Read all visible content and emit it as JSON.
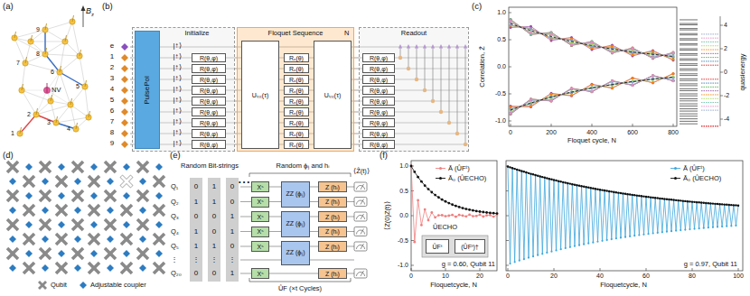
{
  "diagram": {
    "nodes": [
      {
        "text": [
          "Initialize"
        ]
      },
      {
        "text": [
          "PulsePol"
        ],
        "in": 0
      },
      {
        "text": [
          "R(θ,φ)"
        ],
        "in": 0
      },
      {
        "text": [
          "R(θ,φ)"
        ],
        "in": 0
      },
      {
        "text": [
          "R(θ,φ)"
        ],
        "in": 0
      },
      {
        "text": [
          "R(θ,φ)"
        ],
        "in": 0
      },
      {
        "text": [
          "R(θ,φ)"
        ],
        "in": 0
      },
      {
        "text": [
          "R(θ,φ)"
        ],
        "in": 0
      },
      {
        "text": [
          "R(θ,φ)"
        ],
        "in": 0
      },
      {
        "text": [
          "R(θ,φ)"
        ],
        "in": 0
      },
      {
        "text": [
          "R(θ,φ)"
        ],
        "in": 0
      },
      {
        "text": [
          "Floquet Sequence"
        ]
      },
      {
        "text": [
          "Uᵢₙₜ(τ)"
        ],
        "in": 11
      },
      {
        "text": [
          "Rₓ(θ)"
        ],
        "in": 11
      },
      {
        "text": [
          "Rₓ(θ)"
        ],
        "in": 11
      },
      {
        "text": [
          "Rₓ(θ)"
        ],
        "in": 11
      },
      {
        "text": [
          "Rₓ(θ)"
        ],
        "in": 11
      },
      {
        "text": [
          "Rₓ(θ)"
        ],
        "in": 11
      },
      {
        "text": [
          "Rₓ(θ)"
        ],
        "in": 11
      },
      {
        "text": [
          "Rₓ(θ)"
        ],
        "in": 11
      },
      {
        "text": [
          "Rₓ(θ)"
        ],
        "in": 11
      },
      {
        "text": [
          "Rₓ(θ)"
        ],
        "in": 11
      },
      {
        "text": [
          "Uᵢₙₜ(τ)"
        ],
        "in": 11
      },
      {
        "text": [
          "Readout"
        ]
      },
      {
        "text": [
          "R(θ,φ)"
        ],
        "in": 23
      },
      {
        "text": [
          "R(θ,φ)"
        ],
        "in": 23
      },
      {
        "text": [
          "R(θ,φ)"
        ],
        "in": 23
      },
      {
        "text": [
          "R(θ,φ)"
        ],
        "in": 23
      },
      {
        "text": [
          "R(θ,φ)"
        ],
        "in": 23
      },
      {
        "text": [
          "R(θ,φ)"
        ],
        "in": 23
      },
      {
        "text": [
          "R(θ,φ)"
        ],
        "in": 23
      },
      {
        "text": [
          "R(θ,φ)"
        ],
        "in": 23
      },
      {
        "text": [
          "R(θ,φ)"
        ],
        "in": 23
      },
      {
        "text": [
          "Xˢ"
        ]
      },
      {
        "text": [
          "Xˢ"
        ]
      },
      {
        "text": [
          "Xˢ"
        ]
      },
      {
        "text": [
          "Xˢ"
        ]
      },
      {
        "text": [
          "Xˢ"
        ]
      },
      {
        "text": [
          "Xˢ"
        ]
      },
      {
        "text": [
          "ZZ (ϕᵢⱼ)"
        ]
      },
      {
        "text": [
          "ZZ (ϕᵢⱼ)"
        ]
      },
      {
        "text": [
          "ZZ (ϕᵢⱼ)"
        ]
      },
      {
        "text": [
          "Z (hᵢ)"
        ]
      },
      {
        "text": [
          "Z (hᵢ)"
        ]
      },
      {
        "text": [
          "Z (hᵢ)"
        ]
      },
      {
        "text": [
          "Z (hᵢ)"
        ]
      },
      {
        "text": [
          "Z (hᵢ)"
        ]
      },
      {
        "text": [
          "Z (hᵢ)"
        ]
      },
      {
        "text": [
          "ÛFᵗ"
        ]
      },
      {
        "text": [
          "(ÛFᵗ)†"
        ]
      }
    ],
    "labels": [
      "(a)",
      "B",
      "z",
      "NV",
      "1",
      "2",
      "3",
      "4",
      "5",
      "6",
      "7",
      "8",
      "9",
      "(b)",
      "e",
      "1",
      "2",
      "3",
      "4",
      "5",
      "6",
      "7",
      "8",
      "9",
      "|↑⟩",
      "|↑⟩",
      "|↑⟩",
      "|↑⟩",
      "|↑⟩",
      "|↑⟩",
      "|↑⟩",
      "|↑⟩",
      "|↑⟩",
      "|↑⟩",
      "N",
      "(c)",
      "Correlation, Z̄",
      "1.0",
      "0.5",
      "0.0",
      "-0.5",
      "-1.0",
      "0",
      "200",
      "400",
      "600",
      "800",
      "Floquet cycle, N",
      "quasienergy",
      "4",
      "2",
      "0",
      "-2",
      "-4",
      "(d)",
      "(e)",
      "Random Bit-strings",
      "Random ϕᵢⱼ and hᵢ",
      "⟨Ẑ(t)⟩",
      "Q₁",
      "Q₂",
      "Q₃",
      "Q₄",
      "Q₅",
      "⋮",
      "Q₂₀",
      "0",
      "1",
      "0",
      "1",
      "1",
      "0",
      "0",
      "0",
      "1",
      "1",
      "0",
      "1",
      "1",
      "1",
      "0",
      "⋮",
      "⋮",
      "⋮",
      "0",
      "0",
      "1",
      "• • •",
      "ÛF (×t Cycles)",
      "(f)",
      "⟨Z(0)Z(t)⟩",
      "1.0",
      "0.5",
      "0.0",
      "-0.5",
      "-1.0",
      "0",
      "10",
      "20",
      "Floquetcycle, N",
      "ÛECHO",
      "g = 0.60, Qubit 11",
      "0",
      "20",
      "40",
      "60",
      "80",
      "100",
      "Floquetcycle, N",
      "g = 0.97, Qubit 11"
    ],
    "legend": [
      {
        "text": "Qubit"
      },
      {
        "text": "Adjustable coupler"
      },
      {
        "text": "Ā (ÛFᵗ)"
      },
      {
        "text": "Ā₀ (ÛECHO)"
      },
      {
        "text": "Ā (ÛFᵗ)"
      },
      {
        "text": "Ā₀ (ÛECHO)"
      }
    ]
  }
}
